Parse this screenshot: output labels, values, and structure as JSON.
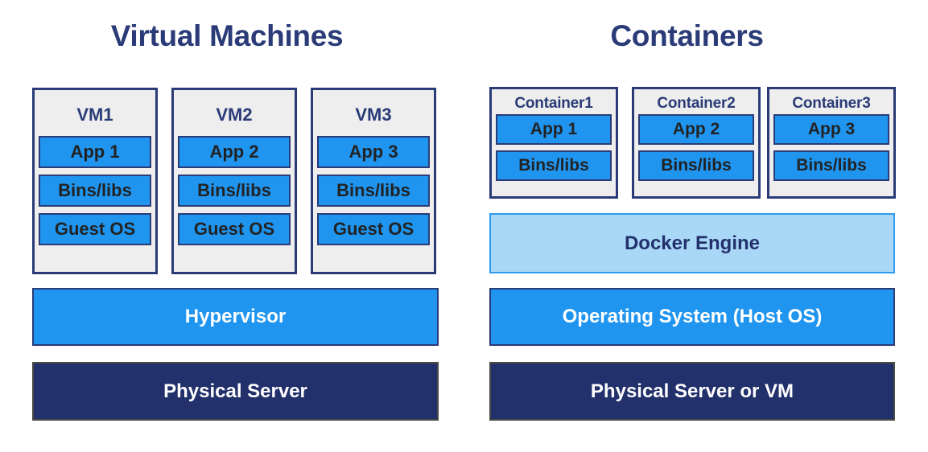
{
  "colors": {
    "title_navy": "#2a3b77",
    "unit_background": "#eeeeee",
    "cell_blue": "#1f95f0",
    "cell_text": "#222222",
    "docker_engine_blue": "#a9d8f7",
    "physical_server_navy": "#22306b",
    "page_background": "#ffffff"
  },
  "virtual_machines": {
    "title": "Virtual Machines",
    "units": [
      {
        "label": "VM1",
        "cells": [
          "App 1",
          "Bins/libs",
          "Guest OS"
        ]
      },
      {
        "label": "VM2",
        "cells": [
          "App 2",
          "Bins/libs",
          "Guest OS"
        ]
      },
      {
        "label": "VM3",
        "cells": [
          "App 3",
          "Bins/libs",
          "Guest OS"
        ]
      }
    ],
    "layers": [
      {
        "label": "Hypervisor"
      },
      {
        "label": "Physical Server"
      }
    ]
  },
  "containers": {
    "title": "Containers",
    "units": [
      {
        "label": "Container1",
        "cells": [
          "App 1",
          "Bins/libs"
        ]
      },
      {
        "label": "Container2",
        "cells": [
          "App 2",
          "Bins/libs"
        ]
      },
      {
        "label": "Container3",
        "cells": [
          "App 3",
          "Bins/libs"
        ]
      }
    ],
    "layers": [
      {
        "label": "Docker Engine"
      },
      {
        "label": "Operating System (Host OS)"
      },
      {
        "label": "Physical Server or VM"
      }
    ]
  }
}
